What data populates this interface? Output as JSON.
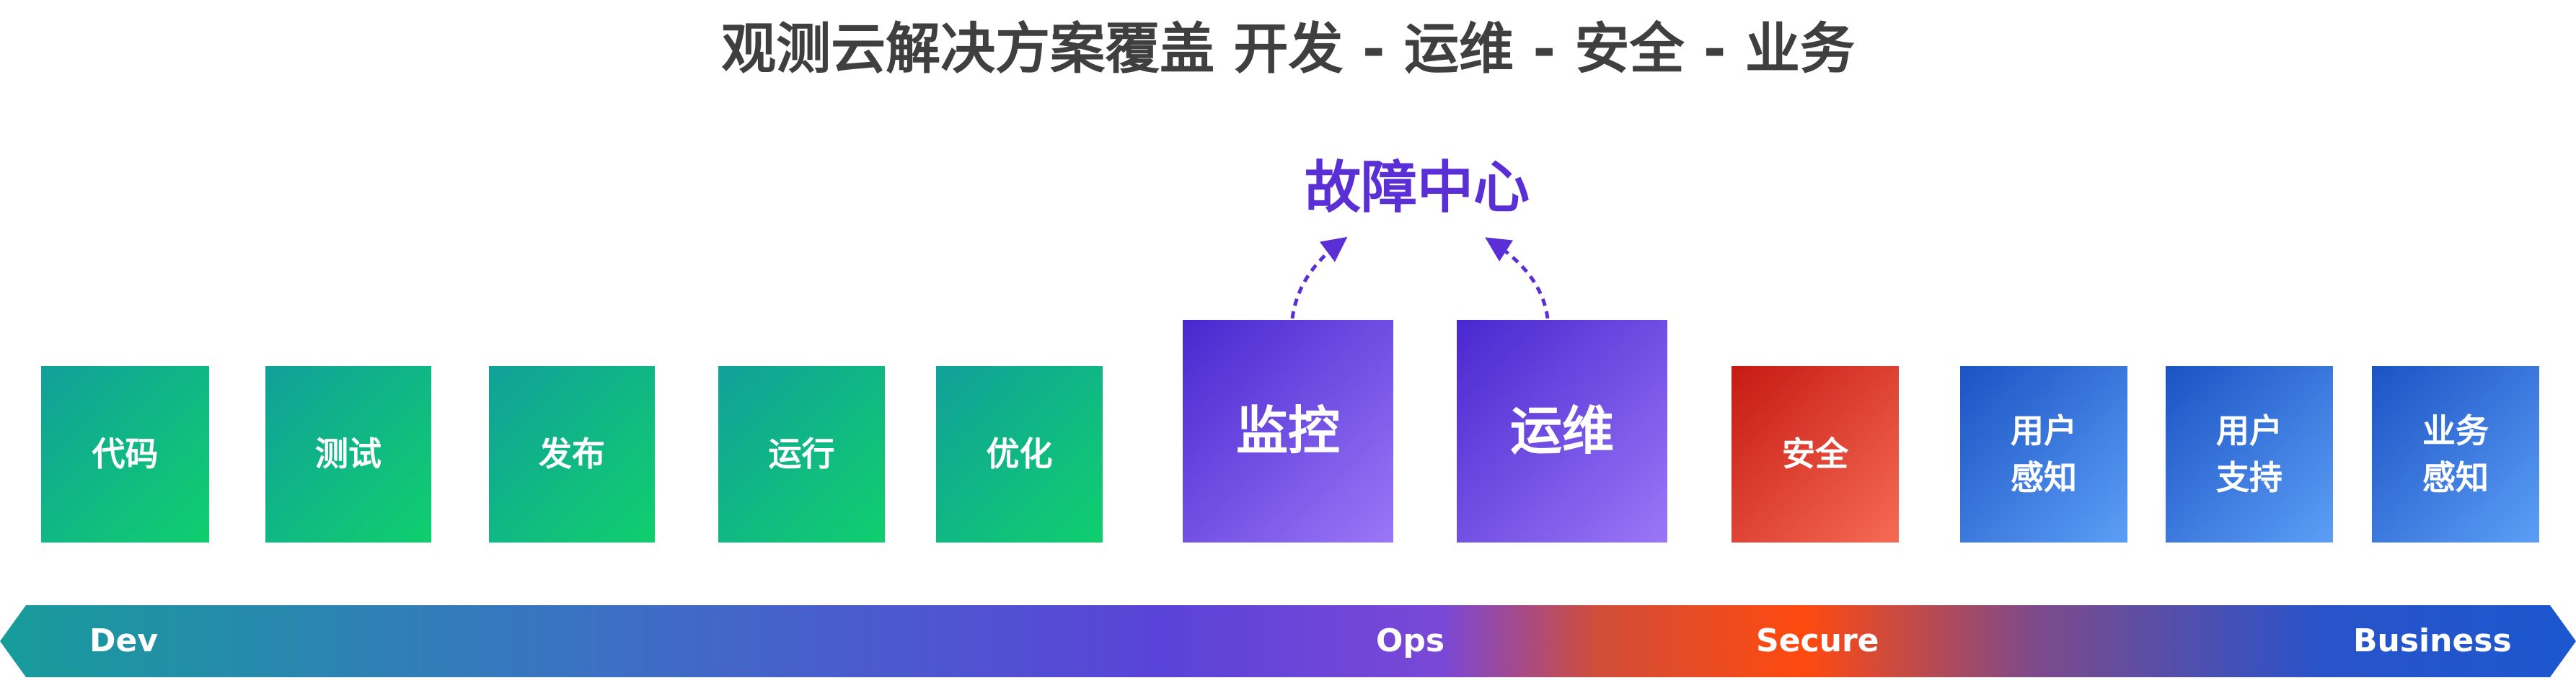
{
  "title": "观测云解决方案覆盖 开发 - 运维 - 安全 - 业务",
  "fault_center": {
    "label": "故障中心",
    "color": "#5a2fd6"
  },
  "boxes": [
    {
      "label": "代码",
      "style": "green"
    },
    {
      "label": "测试",
      "style": "green"
    },
    {
      "label": "发布",
      "style": "green"
    },
    {
      "label": "运行",
      "style": "green"
    },
    {
      "label": "优化",
      "style": "green"
    },
    {
      "label": "监控",
      "style": "purple"
    },
    {
      "label": "运维",
      "style": "purple"
    },
    {
      "label": "安全",
      "style": "red"
    },
    {
      "label": "用户\n感知",
      "style": "blue"
    },
    {
      "label": "用户\n支持",
      "style": "blue"
    },
    {
      "label": "业务\n感知",
      "style": "blue"
    }
  ],
  "phases": [
    {
      "label": "Dev"
    },
    {
      "label": "Ops"
    },
    {
      "label": "Secure"
    },
    {
      "label": "Business"
    }
  ],
  "colors": {
    "green_start": "#11a09a",
    "green_end": "#0fcf6d",
    "purple_start": "#4927cf",
    "purple_end": "#9a77f7",
    "red_start": "#c61a12",
    "red_end": "#f66b55",
    "blue_start": "#1b53c4",
    "blue_end": "#5c9ef6",
    "title_gray": "#3f3f3f"
  }
}
